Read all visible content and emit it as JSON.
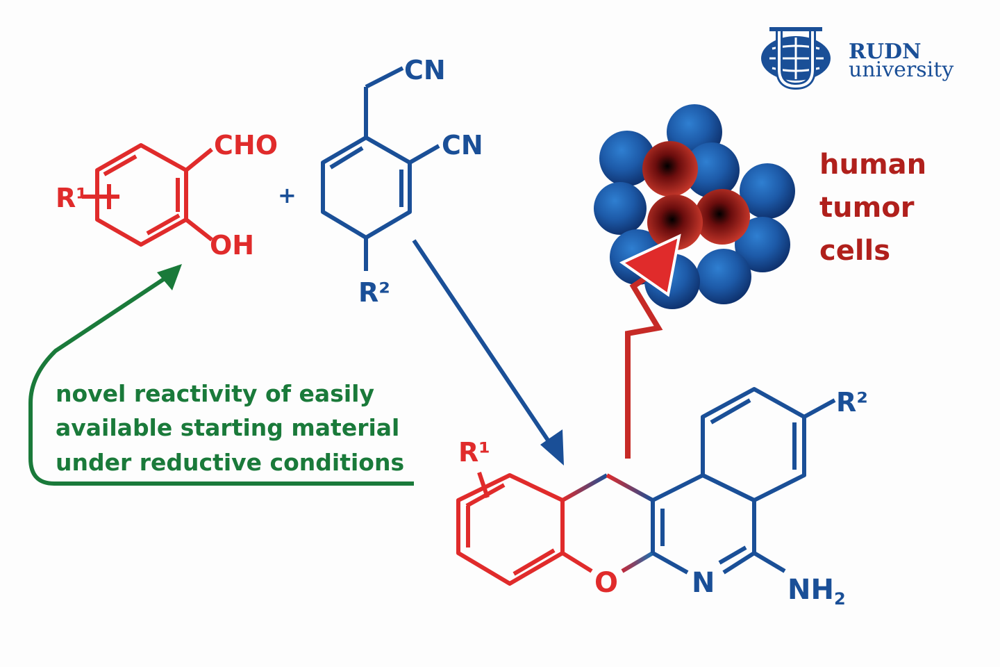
{
  "colors": {
    "red": "#e02b2b",
    "blue": "#1a4f97",
    "green": "#1a7a3a",
    "dark_red": "#b0201c",
    "logo_blue": "#1a4f97"
  },
  "logo": {
    "line1": "RUDN",
    "line2": "university"
  },
  "reactant1": {
    "substituent": "R¹",
    "group_top": "CHO",
    "group_bottom": "OH"
  },
  "plus_sign": "+",
  "reactant2": {
    "group_top": "CN",
    "group_side": "CN",
    "substituent": "R²"
  },
  "product": {
    "substituent_left": "R¹",
    "substituent_right": "R²",
    "oxygen": "O",
    "nitrogen": "N",
    "amine": "NH",
    "amine_subscript": "2"
  },
  "note": {
    "lines": [
      "novel reactivity of easily",
      "available starting material",
      "under reductive conditions"
    ]
  },
  "tumor_label": {
    "lines": [
      "human",
      "tumor",
      "cells"
    ]
  }
}
